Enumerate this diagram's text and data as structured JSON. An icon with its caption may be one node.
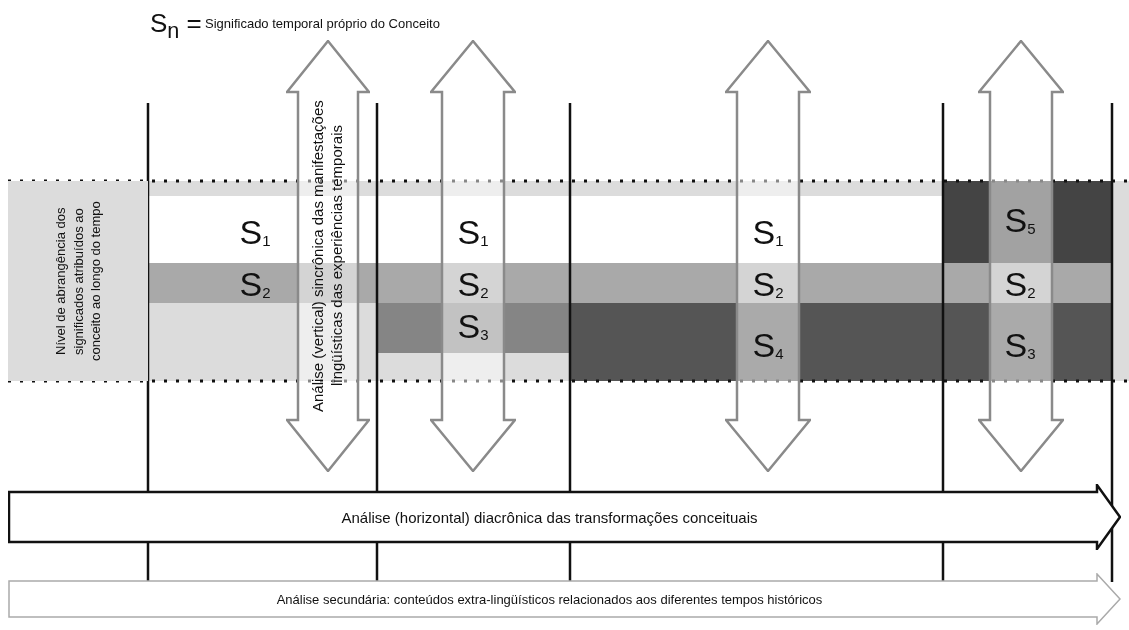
{
  "diagram": {
    "nodes": [
      {
        "text": [
          "Nível de abrangência dos significados atribuídos ao conceito ao longo do tempo"
        ]
      },
      {
        "text": [
          "Análise (vertical) sincrônica das manifestações lingüísticas das experiências temporais"
        ]
      },
      {
        "text": [],
        "shape": "arrow"
      },
      {
        "text": [],
        "shape": "arrow"
      },
      {
        "text": [],
        "shape": "arrow"
      },
      {
        "text": [
          "Análise (horizontal) diacrônica das transformações conceituais"
        ]
      },
      {
        "text": [
          "Análise secundária: conteúdos extra-lingüísticos relacionados aos diferentes tempos históricos"
        ]
      }
    ],
    "labels": [
      "S$_{n}$ =",
      "Significado temporal próprio do Conceito",
      "S$_{1}$",
      "S$_{1}$",
      "S$_{1}$",
      "S$_{5}$",
      "S$_{2}$",
      "S$_{2}$",
      "S$_{2}$",
      "S$_{2}$",
      "S$_{3}$",
      "S$_{4}$",
      "S$_{3}$"
    ]
  }
}
